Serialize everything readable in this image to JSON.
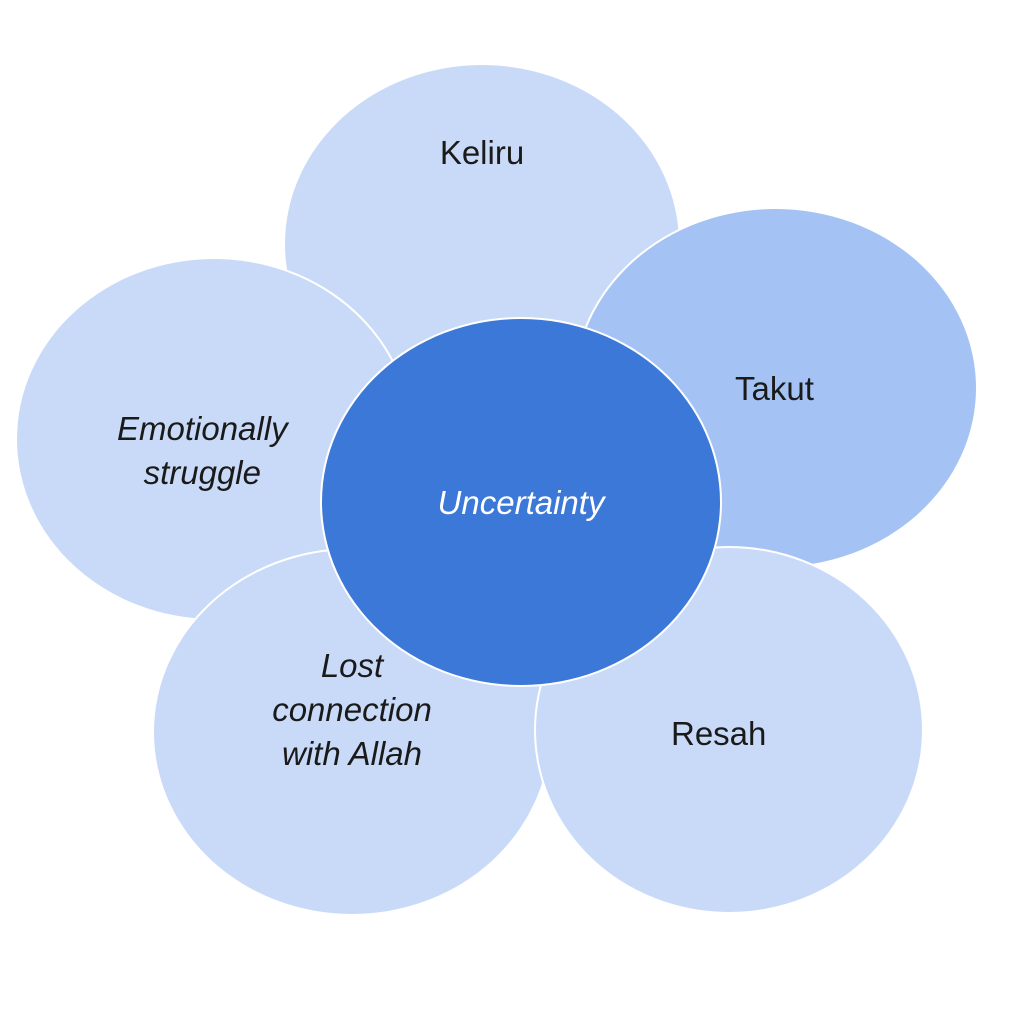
{
  "diagram": {
    "center": {
      "label": "Uncertainty",
      "fill": "#3C78D8",
      "text_color": "#FFFFFF"
    },
    "petals": [
      {
        "id": "keliru",
        "lines": [
          "Keliru"
        ],
        "fill": "#C9DAF8",
        "italic": false
      },
      {
        "id": "takut",
        "lines": [
          "Takut"
        ],
        "fill": "#A4C2F4",
        "italic": false
      },
      {
        "id": "emotional",
        "lines": [
          "Emotionally",
          "struggle"
        ],
        "fill": "#C9DAF8",
        "italic": true
      },
      {
        "id": "lost",
        "lines": [
          "Lost",
          "connection",
          "with Allah"
        ],
        "fill": "#C9DAF8",
        "italic": true
      },
      {
        "id": "resah",
        "lines": [
          "Resah"
        ],
        "fill": "#C9DAF8",
        "italic": false
      }
    ]
  }
}
